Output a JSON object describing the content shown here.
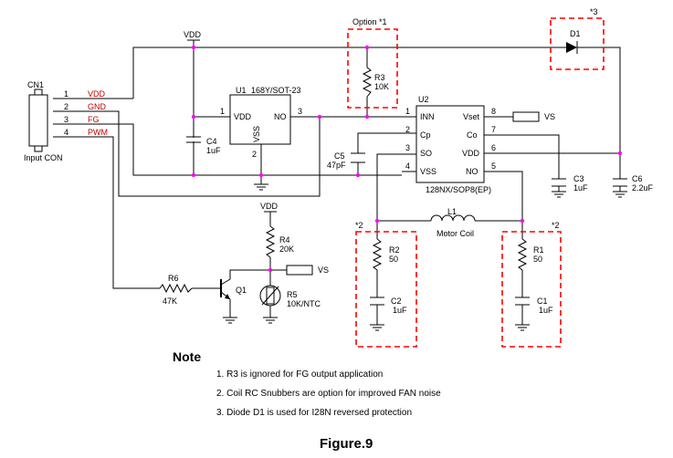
{
  "connector": {
    "ref": "CN1",
    "name": "Input CON",
    "pins": [
      {
        "num": "1",
        "label": "VDD"
      },
      {
        "num": "2",
        "label": "GND"
      },
      {
        "num": "3",
        "label": "FG"
      },
      {
        "num": "4",
        "label": "PWM"
      }
    ]
  },
  "u1": {
    "ref": "U1",
    "part": "168Y/SOT-23",
    "pin_vdd": "VDD",
    "pin_no": "NO",
    "pin_vss": "VSS",
    "num1": "1",
    "num2": "2",
    "num3": "3"
  },
  "u2": {
    "ref": "U2",
    "part": "128NX/SOP8(EP)",
    "pins_left": [
      "INN",
      "Cp",
      "SO",
      "VSS"
    ],
    "nums_left": [
      "1",
      "2",
      "3",
      "4"
    ],
    "pins_right": [
      "Vset",
      "Co",
      "VDD",
      "NO"
    ],
    "nums_right": [
      "8",
      "7",
      "6",
      "5"
    ]
  },
  "option": {
    "label": "Option *1"
  },
  "mark3": "*3",
  "mark2_left": "*2",
  "mark2_right": "*2",
  "vdd_top": "VDD",
  "vdd_r4": "VDD",
  "vs1": "VS",
  "vs2": "VS",
  "parts": {
    "r3": {
      "ref": "R3",
      "val": "10K"
    },
    "d1": {
      "ref": "D1"
    },
    "c4": {
      "ref": "C4",
      "val": "1uF"
    },
    "c5": {
      "ref": "C5",
      "val": "47pF"
    },
    "c3": {
      "ref": "C3",
      "val": "1uF"
    },
    "c6": {
      "ref": "C6",
      "val": "2.2uF"
    },
    "l1": {
      "ref": "L1",
      "val": "Motor Coil"
    },
    "r2": {
      "ref": "R2",
      "val": "50"
    },
    "c2": {
      "ref": "C2",
      "val": "1uF"
    },
    "r1": {
      "ref": "R1",
      "val": "50"
    },
    "c1": {
      "ref": "C1",
      "val": "1uF"
    },
    "r4": {
      "ref": "R4",
      "val": "20K"
    },
    "r5": {
      "ref": "R5",
      "val": "10K/NTC"
    },
    "r6": {
      "ref": "R6",
      "val": "47K"
    },
    "q1": {
      "ref": "Q1"
    }
  },
  "notes": {
    "title": "Note",
    "items": [
      "1. R3 is ignored for FG output application",
      "2. Coil RC Snubbers are option for improved FAN noise",
      "3. Diode D1 is used for      I28N reversed protection"
    ]
  },
  "caption": "Figure.9",
  "colors": {
    "dashed_box": "#ff0000",
    "junction": "#ff00ff",
    "net_label": "#c00000",
    "wire": "#000000"
  }
}
